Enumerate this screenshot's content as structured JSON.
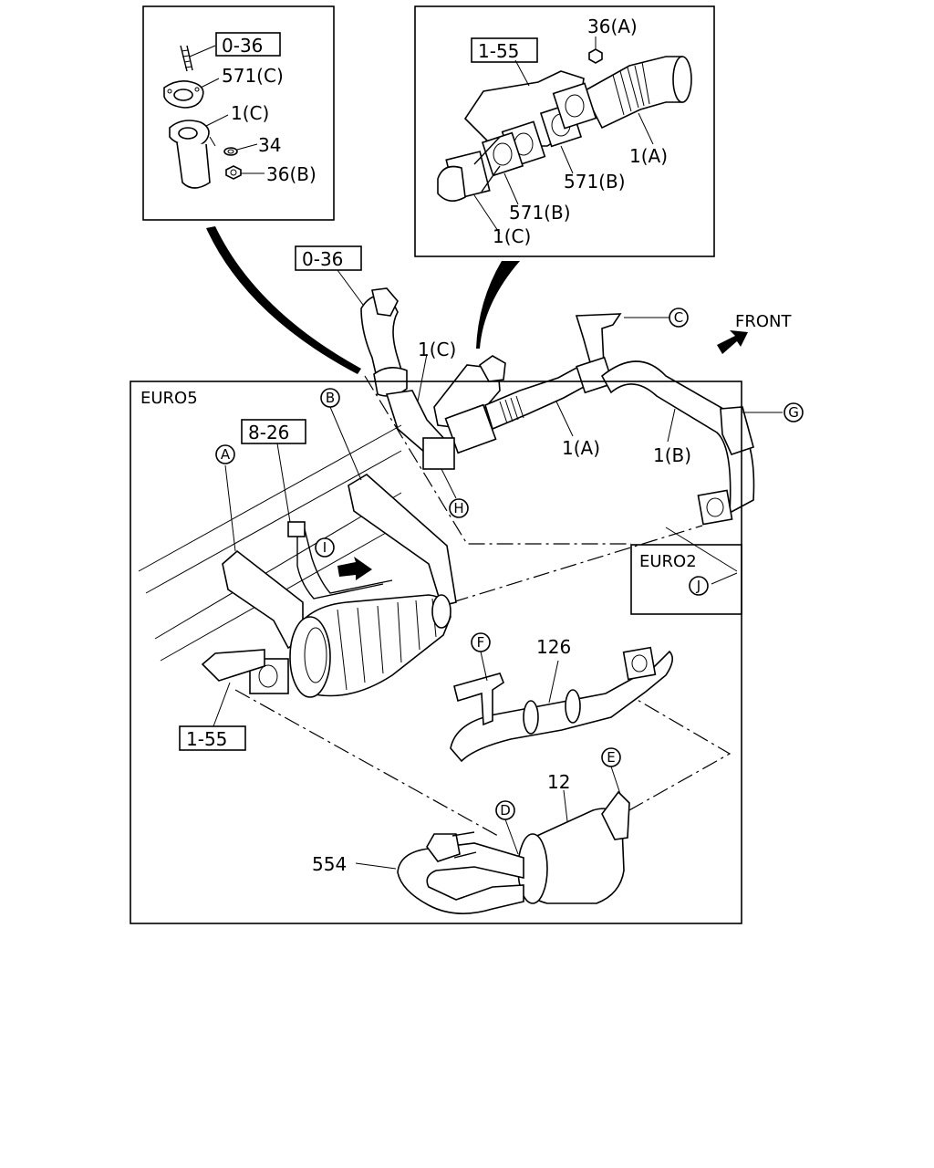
{
  "labels": {
    "ref_0_36_top": "0-36",
    "gasket_571c": "571(C)",
    "pipe_1c_top": "1(C)",
    "washer_34": "34",
    "nut_36b": "36(B)",
    "ref_1_55_top": "1-55",
    "nut_36a": "36(A)",
    "pipe_1a_top": "1(A)",
    "gasket_571b_a": "571(B)",
    "gasket_571b_b": "571(B)",
    "pipe_1c_inset": "1(C)",
    "ref_0_36_main": "0-36",
    "pipe_1c_main": "1(C)",
    "pipe_1a_main": "1(A)",
    "pipe_1b_main": "1(B)",
    "front": "FRONT",
    "euro5": "EURO5",
    "ref_8_26": "8-26",
    "euro2": "EURO2",
    "part_126": "126",
    "ref_1_55_bottom": "1-55",
    "part_12": "12",
    "part_554": "554"
  },
  "callouts": {
    "A": "A",
    "B": "B",
    "C": "C",
    "D": "D",
    "E": "E",
    "F": "F",
    "G": "G",
    "H": "H",
    "I": "I",
    "J": "J"
  }
}
